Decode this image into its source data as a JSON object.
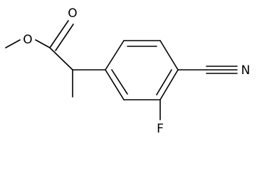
{
  "molecule": {
    "atoms": {
      "ester_oxygen": "O",
      "carbonyl_oxygen": "O",
      "nitrile_nitrogen": "N",
      "fluorine": "F"
    },
    "colors": {
      "bond": "#000000",
      "label": "#000000",
      "background": "#ffffff"
    }
  }
}
